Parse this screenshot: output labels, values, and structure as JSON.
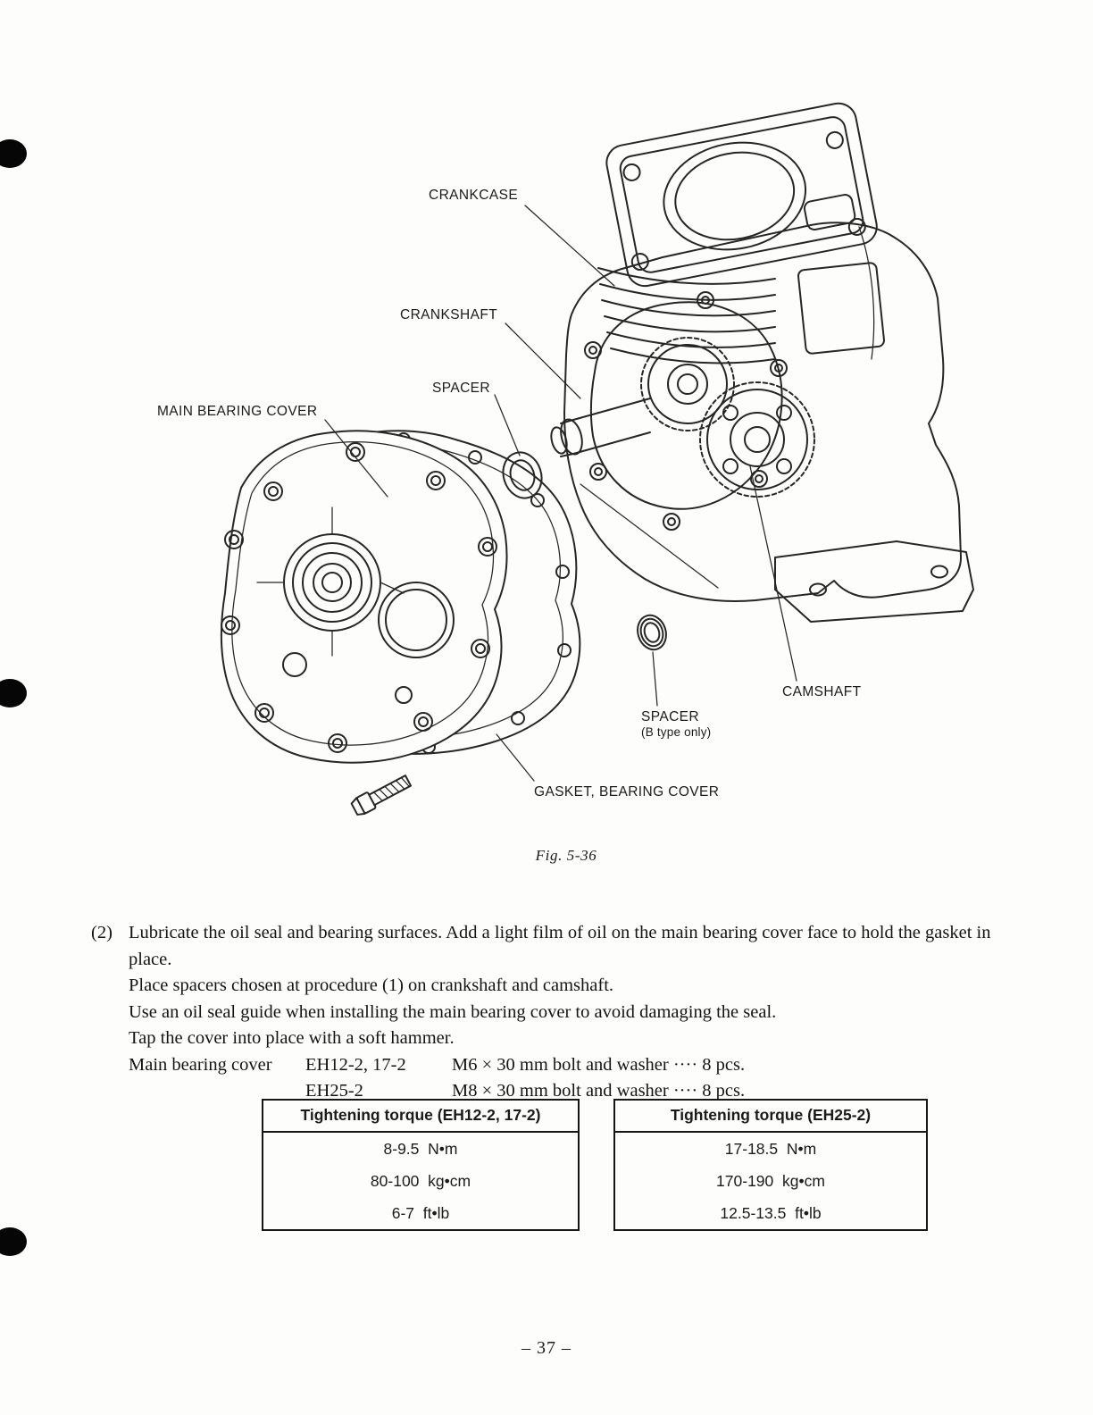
{
  "page": {
    "figure_caption": "Fig. 5-36",
    "page_number": "– 37 –"
  },
  "diagram": {
    "labels": {
      "crankcase": "CRANKCASE",
      "crankshaft": "CRANKSHAFT",
      "spacer": "SPACER",
      "main_bearing_cover": "MAIN BEARING COVER",
      "camshaft": "CAMSHAFT",
      "spacer_b": "SPACER",
      "spacer_b_note": "(B type only)",
      "gasket_bearing_cover": "GASKET, BEARING COVER"
    }
  },
  "body": {
    "step_number": "(2)",
    "line1": "Lubricate the oil seal and bearing surfaces. Add a light film of oil on the main bearing cover face to hold the gasket in place.",
    "line2": "Place spacers chosen at procedure (1) on crankshaft and camshaft.",
    "line3": "Use an oil seal guide when installing the main bearing cover to avoid damaging the seal.",
    "line4": "Tap the cover into place with a soft hammer.",
    "spec_label": "Main bearing cover",
    "spec_rows": [
      {
        "model": "EH12-2, 17-2",
        "spec": "M6 × 30 mm bolt and washer ···· 8 pcs."
      },
      {
        "model": "EH25-2",
        "spec": "M8 × 30 mm bolt and washer ···· 8 pcs."
      }
    ]
  },
  "tables": [
    {
      "header": "Tightening torque (EH12-2, 17-2)",
      "rows": [
        "8-9.5  N•m",
        "80-100  kg•cm",
        "6-7  ft•lb"
      ]
    },
    {
      "header": "Tightening torque (EH25-2)",
      "rows": [
        "17-18.5  N•m",
        "170-190  kg•cm",
        "12.5-13.5  ft•lb"
      ]
    }
  ]
}
